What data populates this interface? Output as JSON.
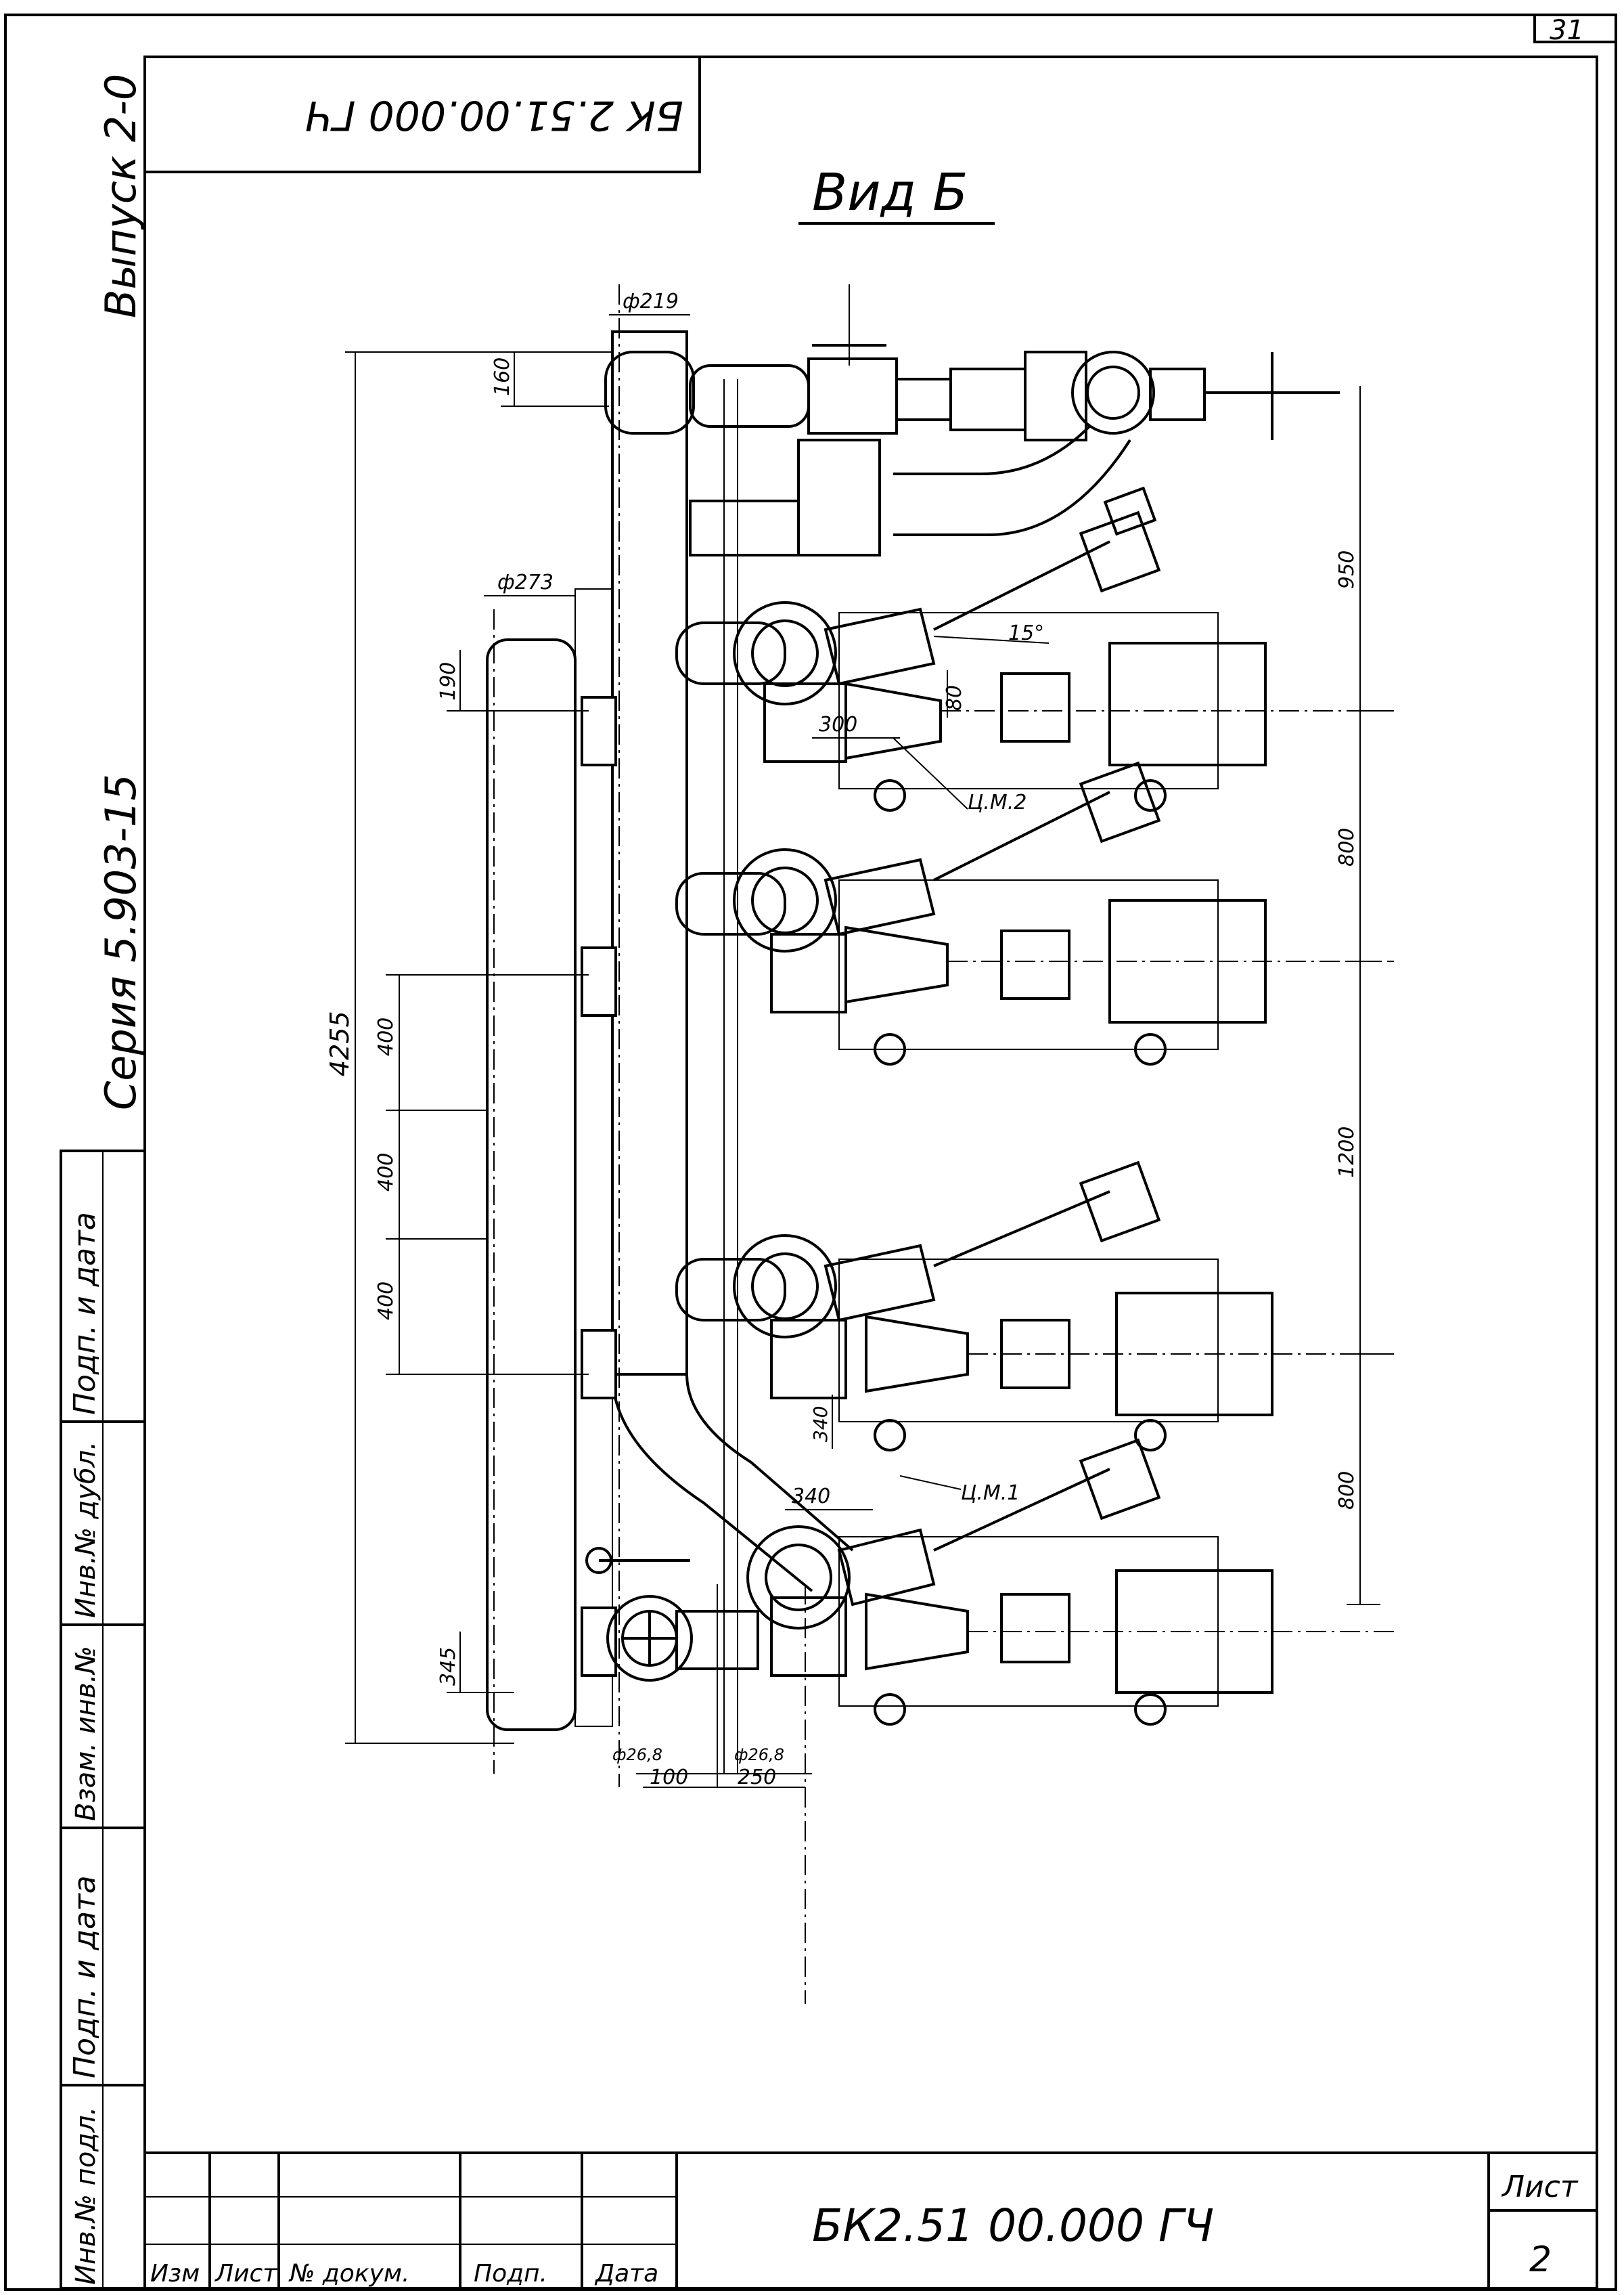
{
  "drawing": {
    "sheet_corner_number": "31",
    "code_top_box": "БК 2.51.00.000 ГЧ",
    "view_title": "Вид Б",
    "side_issue": "Выпуск 2-0",
    "side_series": "Серия 5.903-15"
  },
  "side_stamp": {
    "cells": [
      "Подп. и дата",
      "Инв.№ дубл.",
      "Взам. инв.№",
      "Подп. и дата",
      "Инв.№ подл."
    ]
  },
  "title_block": {
    "headers": [
      "Изм",
      "Лист",
      "№ докум.",
      "Подп.",
      "Дата"
    ],
    "code": "БК2.51 00.000 ГЧ",
    "sheet_label": "Лист",
    "sheet_number": "2"
  },
  "dimensions": {
    "d219": "ф219",
    "d273": "ф273",
    "d160": "160",
    "d190": "190",
    "d4255": "4255",
    "d400a": "400",
    "d400b": "400",
    "d400c": "400",
    "d345": "345",
    "d300": "300",
    "d80": "80",
    "d340a": "340",
    "d340b": "340",
    "d950": "950",
    "d800a": "800",
    "d1200": "1200",
    "d800b": "800",
    "angle15": "15°",
    "d26_8a": "ф26,8",
    "d26_8b": "ф26,8",
    "d100": "100",
    "d250": "250",
    "label_cm2": "Ц.М.2",
    "label_cm1": "Ц.М.1"
  }
}
